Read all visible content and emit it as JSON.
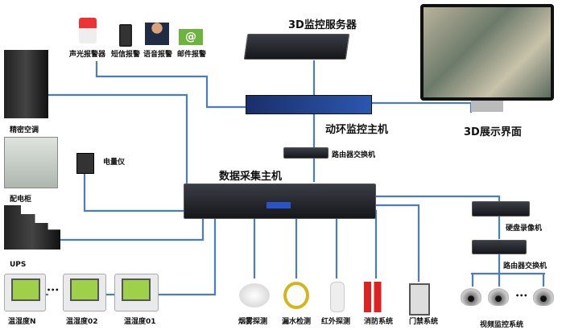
{
  "titles": {
    "server": "3D监控服务器",
    "display": "3D展示界面",
    "env_host": "动环监控主机",
    "router1": "路由器交换机",
    "collector": "数据采集主机"
  },
  "alarms": [
    "声光报警器",
    "短信报警",
    "语音报警",
    "邮件报警"
  ],
  "left_devices": {
    "ac": "精密空调",
    "power_cabinet": "配电柜",
    "meter": "电量仪",
    "ups": "UPS"
  },
  "sensors": [
    "温湿度N",
    "温湿度02",
    "温湿度01"
  ],
  "sensor_ellipsis": "•••",
  "bottom_devices": [
    "烟雾探测",
    "漏水检测",
    "红外探测",
    "消防系统",
    "门禁系统"
  ],
  "video": {
    "dvr": "硬盘录像机",
    "router": "路由器交换机",
    "system": "视频监控系统",
    "ellipsis": "•••"
  },
  "colors": {
    "line": "#4a7cc0"
  }
}
